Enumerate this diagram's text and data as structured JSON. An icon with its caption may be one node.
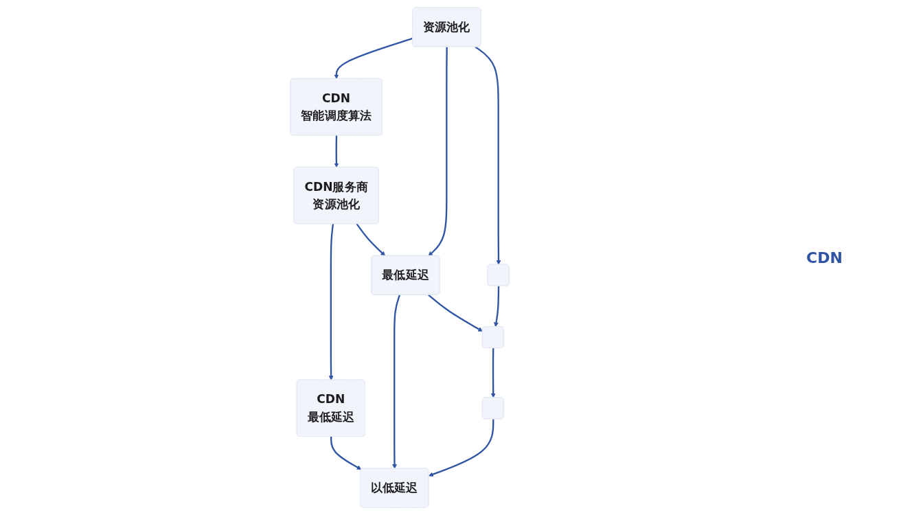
{
  "diagram": {
    "nodes": [
      {
        "text": [
          "CDN",
          "智能调度算法"
        ]
      },
      {
        "text": [
          "CDN服务商",
          "资源池化"
        ]
      },
      {
        "text": [
          "CDN",
          "最低延迟"
        ]
      },
      {
        "text": [
          "资源池化"
        ]
      },
      {
        "text": [
          "最低延迟"
        ]
      },
      {
        "text": [
          "以低延迟"
        ]
      },
      {
        "text": [],
        "shape": "box"
      },
      {
        "text": [],
        "shape": "box"
      },
      {
        "text": [],
        "shape": "box"
      }
    ],
    "edges": [
      {
        "from": 0,
        "to": 1,
        "arrow": "to"
      },
      {
        "from": 1,
        "to": 2,
        "arrow": "to"
      },
      {
        "from": 3,
        "to": 0,
        "arrow": "to"
      },
      {
        "from": 1,
        "to": 4,
        "arrow": "to"
      },
      {
        "from": 2,
        "to": 5,
        "arrow": "to"
      },
      {
        "from": 3,
        "to": 4,
        "arrow": "to"
      },
      {
        "from": 4,
        "to": 5,
        "arrow": "to"
      },
      {
        "from": 3,
        "to": 6,
        "arrow": "to"
      },
      {
        "from": 4,
        "to": 7,
        "arrow": "to"
      },
      {
        "from": 8,
        "to": 5,
        "arrow": "to"
      },
      {
        "from": 6,
        "to": 7,
        "arrow": "to"
      },
      {
        "from": 7,
        "to": 8,
        "arrow": "to"
      }
    ],
    "labels": [
      "CDN"
    ]
  }
}
